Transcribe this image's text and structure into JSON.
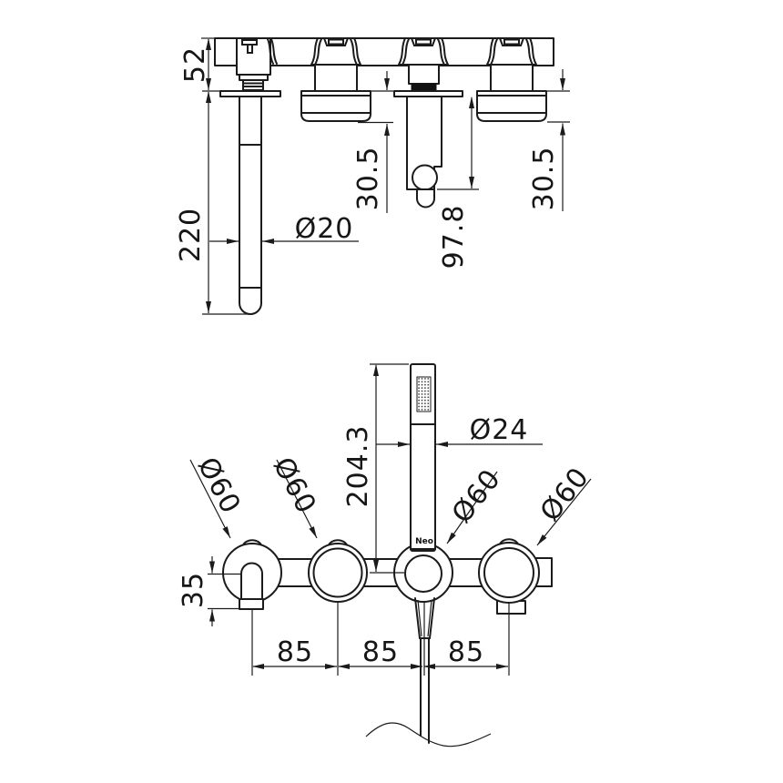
{
  "page": {
    "background": "#ffffff",
    "line_color": "#1b1b1b"
  },
  "brand_mark": "Neo",
  "dims": {
    "body_height": "52",
    "spout_length": "220",
    "spout_diameter": "Ø20",
    "handle_projection_left": "30.5",
    "outlet_projection": "97.8",
    "handle_projection_right": "30.5",
    "handshower_length": "204.3",
    "handshower_diameter": "Ø24",
    "rosette_diameter_1": "Ø60",
    "rosette_diameter_2": "Ø60",
    "rosette_diameter_3": "Ø60",
    "rosette_diameter_4": "Ø60",
    "spout_drop": "35",
    "spacing_left": "85",
    "spacing_middle": "85",
    "spacing_right": "85"
  }
}
